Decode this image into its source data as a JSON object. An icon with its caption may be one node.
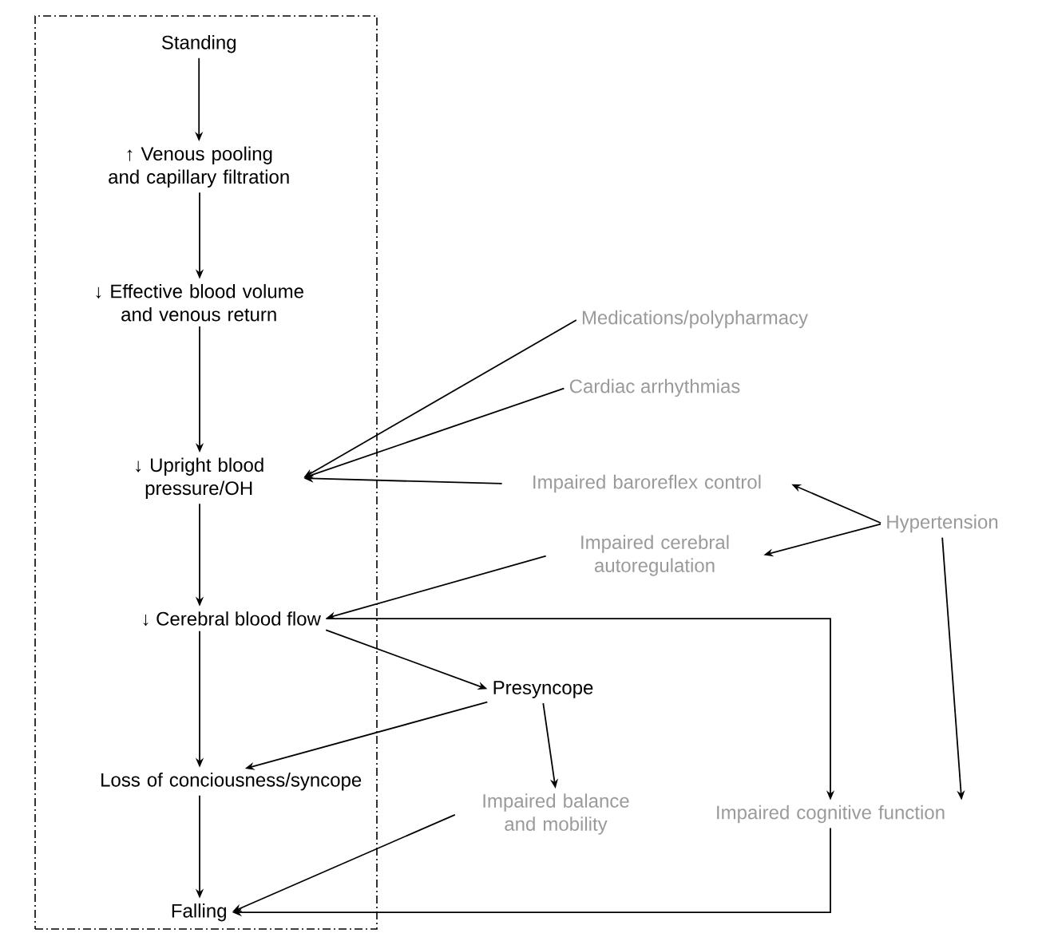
{
  "diagram": {
    "nodes": [
      {
        "text": [],
        "shape": "box"
      },
      {
        "text": [
          "Standing"
        ],
        "in": 0
      },
      {
        "text": [
          "↑ Venous pooling and capillary filtration"
        ],
        "in": 0
      },
      {
        "text": [
          "↓ Effective blood volume and venous return"
        ],
        "in": 0
      },
      {
        "text": [
          "↓ Upright blood pressure/OH"
        ],
        "in": 0
      },
      {
        "text": [
          "↓ Cerebral blood flow"
        ],
        "in": 0
      },
      {
        "text": [
          "Loss of conciousness/syncope"
        ],
        "in": 0
      },
      {
        "text": [
          "Falling"
        ],
        "in": 0
      },
      {
        "text": [
          "Medications/polypharmacy"
        ]
      },
      {
        "text": [
          "Cardiac arrhythmias"
        ]
      },
      {
        "text": [
          "Impaired baroreflex control"
        ]
      },
      {
        "text": [
          "Impaired cerebral autoregulation"
        ]
      },
      {
        "text": [
          "Hypertension"
        ]
      },
      {
        "text": [
          "Presyncope"
        ]
      },
      {
        "text": [
          "Impaired balance and mobility"
        ]
      },
      {
        "text": [
          "Impaired cognitive function"
        ]
      }
    ],
    "edges": [
      {
        "from": 1,
        "to": 2,
        "arrow": "to"
      },
      {
        "from": 2,
        "to": 3,
        "arrow": "to"
      },
      {
        "from": 3,
        "to": 4,
        "arrow": "to"
      },
      {
        "from": 4,
        "to": 5,
        "arrow": "to"
      },
      {
        "from": 5,
        "to": 6,
        "arrow": "to"
      },
      {
        "from": 6,
        "to": 7,
        "arrow": "to"
      },
      {
        "from": 8,
        "to": 4,
        "arrow": "to"
      },
      {
        "from": 9,
        "to": 4,
        "arrow": "to"
      },
      {
        "from": 10,
        "to": 4,
        "arrow": "to"
      },
      {
        "from": 11,
        "to": 5,
        "arrow": "to"
      },
      {
        "from": 12,
        "to": 10,
        "arrow": "to"
      },
      {
        "from": 12,
        "to": 11,
        "arrow": "to"
      },
      {
        "from": 12,
        "to": 15,
        "arrow": "to"
      },
      {
        "from": 5,
        "to": 13,
        "arrow": "to"
      },
      {
        "from": 5,
        "to": 15,
        "arrow": "to"
      },
      {
        "from": 13,
        "to": 6,
        "arrow": "to"
      },
      {
        "from": 13,
        "to": 14,
        "arrow": "to"
      },
      {
        "from": 14,
        "to": 7,
        "arrow": "to"
      },
      {
        "from": 15,
        "to": 7,
        "arrow": "to"
      }
    ]
  }
}
